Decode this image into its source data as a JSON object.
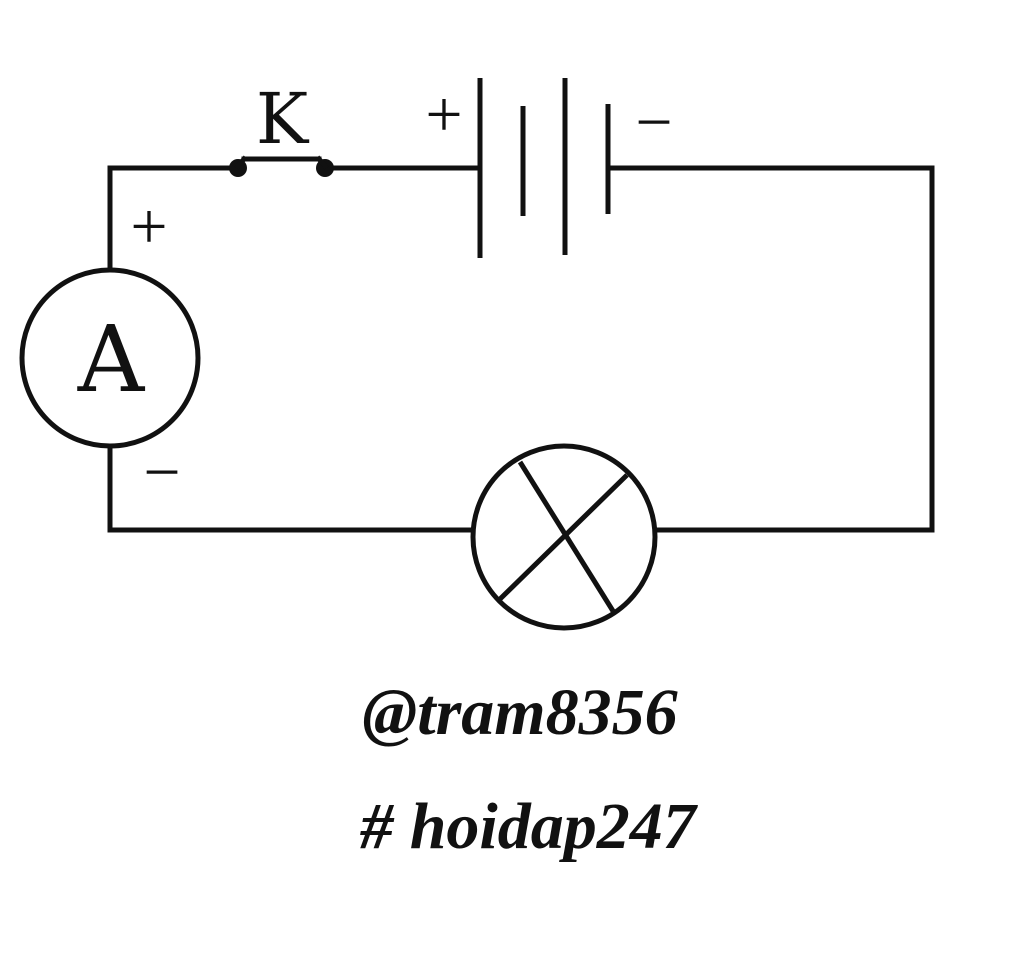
{
  "diagram": {
    "switch": {
      "label": "K"
    },
    "battery": {
      "positive_sign": "+",
      "negative_sign": "−"
    },
    "ammeter": {
      "symbol": "A",
      "positive_sign": "+",
      "negative_sign": "−"
    },
    "lamp": {
      "icon": "lamp-cross-icon"
    },
    "ink_color": "#111111"
  },
  "watermark": {
    "author": "@tram8356",
    "tag": "# hoidap247"
  }
}
